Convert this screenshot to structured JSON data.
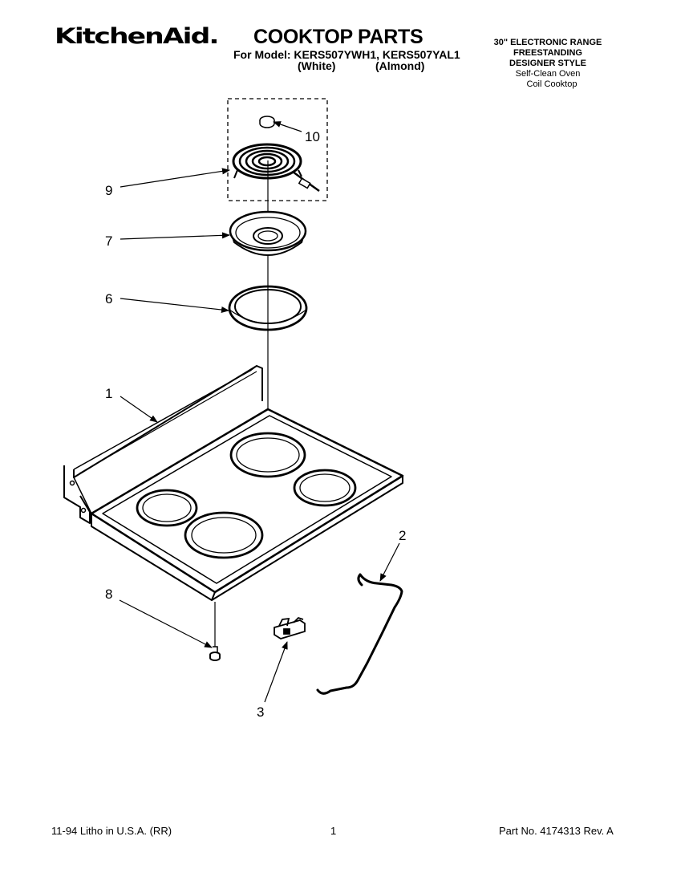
{
  "header": {
    "brand": "KitchenAid.",
    "title": "COOKTOP PARTS",
    "model_line": "For Model: KERS507YWH1, KERS507YAL1",
    "variant_white": "(White)",
    "variant_almond": "(Almond)"
  },
  "specs": [
    "30\" ELECTRONIC RANGE",
    "FREESTANDING",
    "DESIGNER STYLE",
    "Self-Clean Oven",
    "Coil Cooktop"
  ],
  "callouts": [
    "10",
    "9",
    "7",
    "6",
    "1",
    "8",
    "2",
    "3"
  ],
  "footer": {
    "left": "11-94 Litho in U.S.A. (RR)",
    "page": "1",
    "right": "Part No. 4174313 Rev. A"
  }
}
